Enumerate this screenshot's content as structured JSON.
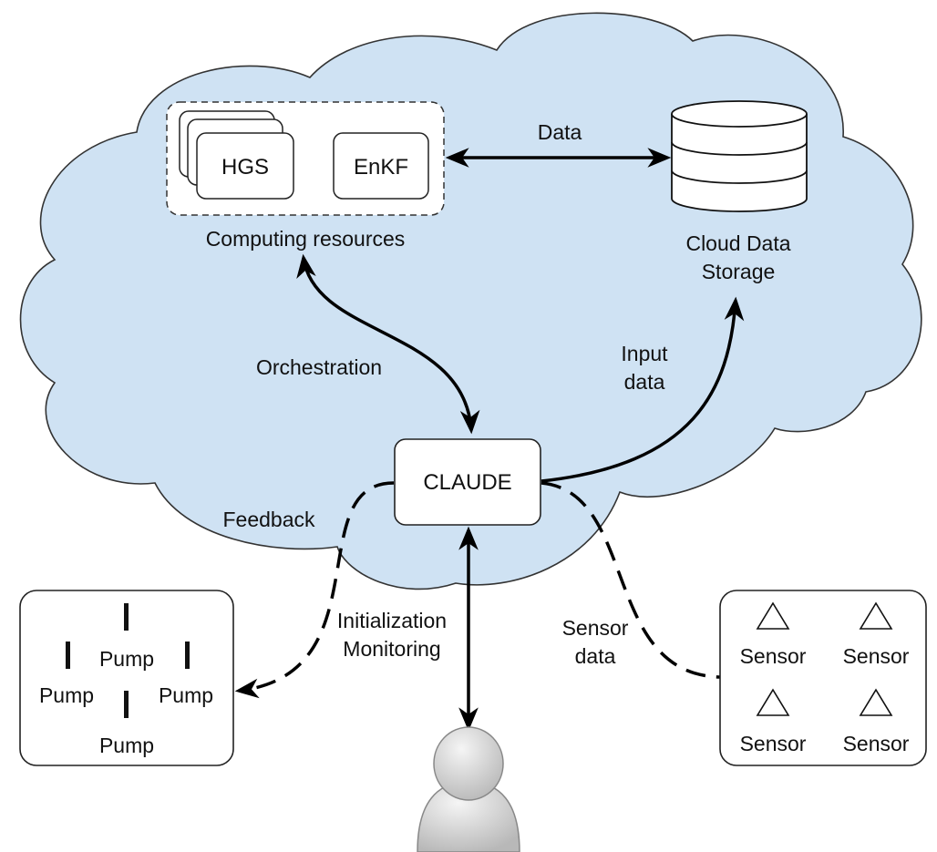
{
  "colors": {
    "cloud_fill": "#cfe2f3",
    "cloud_stroke": "#333333",
    "box_fill": "#ffffff",
    "stroke": "#000000",
    "person_fill": "#d9d9d9"
  },
  "nodes": {
    "hgs": "HGS",
    "enkf": "EnKF",
    "computing_resources": "Computing resources",
    "cloud_storage_line1": "Cloud Data",
    "cloud_storage_line2": "Storage",
    "claude": "CLAUDE",
    "pump": "Pump",
    "sensor": "Sensor"
  },
  "edges": {
    "data": "Data",
    "orchestration": "Orchestration",
    "input_data_line1": "Input",
    "input_data_line2": "data",
    "feedback": "Feedback",
    "init_line1": "Initialization",
    "init_line2": "Monitoring",
    "sensor_data_line1": "Sensor",
    "sensor_data_line2": "data"
  }
}
